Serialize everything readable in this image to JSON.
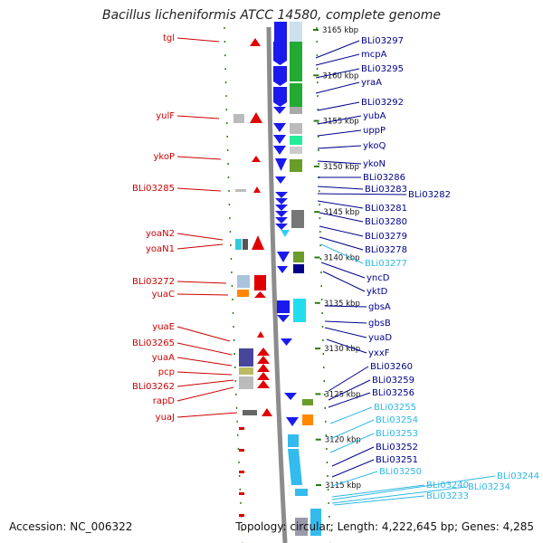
{
  "title": "Bacillus licheniformis ATCC 14580, complete genome",
  "footer": {
    "accession": "Accession: NC_006322",
    "topology": "Topology: circular; Length: 4,222,645 bp; Genes: 4,285"
  },
  "colors": {
    "left_label": "#cc0000",
    "right_label": "#00008b",
    "cyan_label": "#2eb8e6",
    "tick": "#2a7a12",
    "backbone": "#8c8c8c"
  },
  "scale": {
    "ticks": [
      {
        "label": "3165 kbp"
      },
      {
        "label": "3160 kbp"
      },
      {
        "label": "3155 kbp"
      },
      {
        "label": "3150 kbp"
      },
      {
        "label": "3145 kbp"
      },
      {
        "label": "3140 kbp"
      },
      {
        "label": "3135 kbp"
      },
      {
        "label": "3130 kbp"
      },
      {
        "label": "3125 kbp"
      },
      {
        "label": "3120 kbp"
      },
      {
        "label": "3115 kbp"
      }
    ]
  },
  "left_genes": [
    {
      "label": "tgl"
    },
    {
      "label": "yulF"
    },
    {
      "label": "ykoP"
    },
    {
      "label": "BLi03285"
    },
    {
      "label": "yoaN2"
    },
    {
      "label": "yoaN1"
    },
    {
      "label": "BLi03272"
    },
    {
      "label": "yuaC"
    },
    {
      "label": "yuaE"
    },
    {
      "label": "BLi03265"
    },
    {
      "label": "yuaA"
    },
    {
      "label": "pcp"
    },
    {
      "label": "BLi03262"
    },
    {
      "label": "rapD"
    },
    {
      "label": "yuaJ"
    }
  ],
  "right_genes": [
    {
      "label": "BLi03297",
      "style": "dark"
    },
    {
      "label": "mcpA",
      "style": "dark"
    },
    {
      "label": "BLi03295",
      "style": "dark"
    },
    {
      "label": "yraA",
      "style": "dark"
    },
    {
      "label": "BLi03292",
      "style": "dark"
    },
    {
      "label": "yubA",
      "style": "dark"
    },
    {
      "label": "uppP",
      "style": "dark"
    },
    {
      "label": "ykoQ",
      "style": "dark"
    },
    {
      "label": "ykoN",
      "style": "dark"
    },
    {
      "label": "BLi03286",
      "style": "dark"
    },
    {
      "label": "BLi03283",
      "style": "dark"
    },
    {
      "label": "BLi03282",
      "style": "dark"
    },
    {
      "label": "BLi03281",
      "style": "dark"
    },
    {
      "label": "BLi03280",
      "style": "dark"
    },
    {
      "label": "BLi03279",
      "style": "dark"
    },
    {
      "label": "BLi03278",
      "style": "dark"
    },
    {
      "label": "BLi03277",
      "style": "cyan"
    },
    {
      "label": "yncD",
      "style": "dark"
    },
    {
      "label": "yktD",
      "style": "dark"
    },
    {
      "label": "gbsA",
      "style": "dark"
    },
    {
      "label": "gbsB",
      "style": "dark"
    },
    {
      "label": "yuaD",
      "style": "dark"
    },
    {
      "label": "yxxF",
      "style": "dark"
    },
    {
      "label": "BLi03260",
      "style": "dark"
    },
    {
      "label": "BLi03259",
      "style": "dark"
    },
    {
      "label": "BLi03256",
      "style": "dark"
    },
    {
      "label": "BLi03255",
      "style": "cyan"
    },
    {
      "label": "BLi03254",
      "style": "cyan"
    },
    {
      "label": "BLi03253",
      "style": "cyan"
    },
    {
      "label": "BLi03252",
      "style": "dark"
    },
    {
      "label": "BLi03251",
      "style": "dark"
    },
    {
      "label": "BLi03250",
      "style": "cyan"
    },
    {
      "label": "BLi03244",
      "style": "cyan"
    },
    {
      "label": "BLi03240",
      "style": "cyan"
    },
    {
      "label": "BLi03234",
      "style": "cyan"
    },
    {
      "label": "BLi03233",
      "style": "cyan"
    }
  ]
}
